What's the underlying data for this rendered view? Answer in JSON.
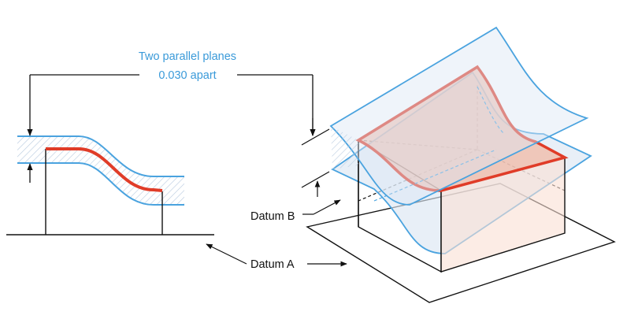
{
  "callout": {
    "line1": "Two parallel planes",
    "line2": "0.030 apart"
  },
  "datums": {
    "a": "Datum A",
    "b": "Datum B"
  },
  "colors": {
    "tolerance_zone": "#4aa3df",
    "controlled_surface": "#e03c28",
    "zone_fill": "#dce6f3",
    "surface_fill": "#f2b9a6",
    "callout_text": "#3a9ad9",
    "ink": "#111111"
  }
}
